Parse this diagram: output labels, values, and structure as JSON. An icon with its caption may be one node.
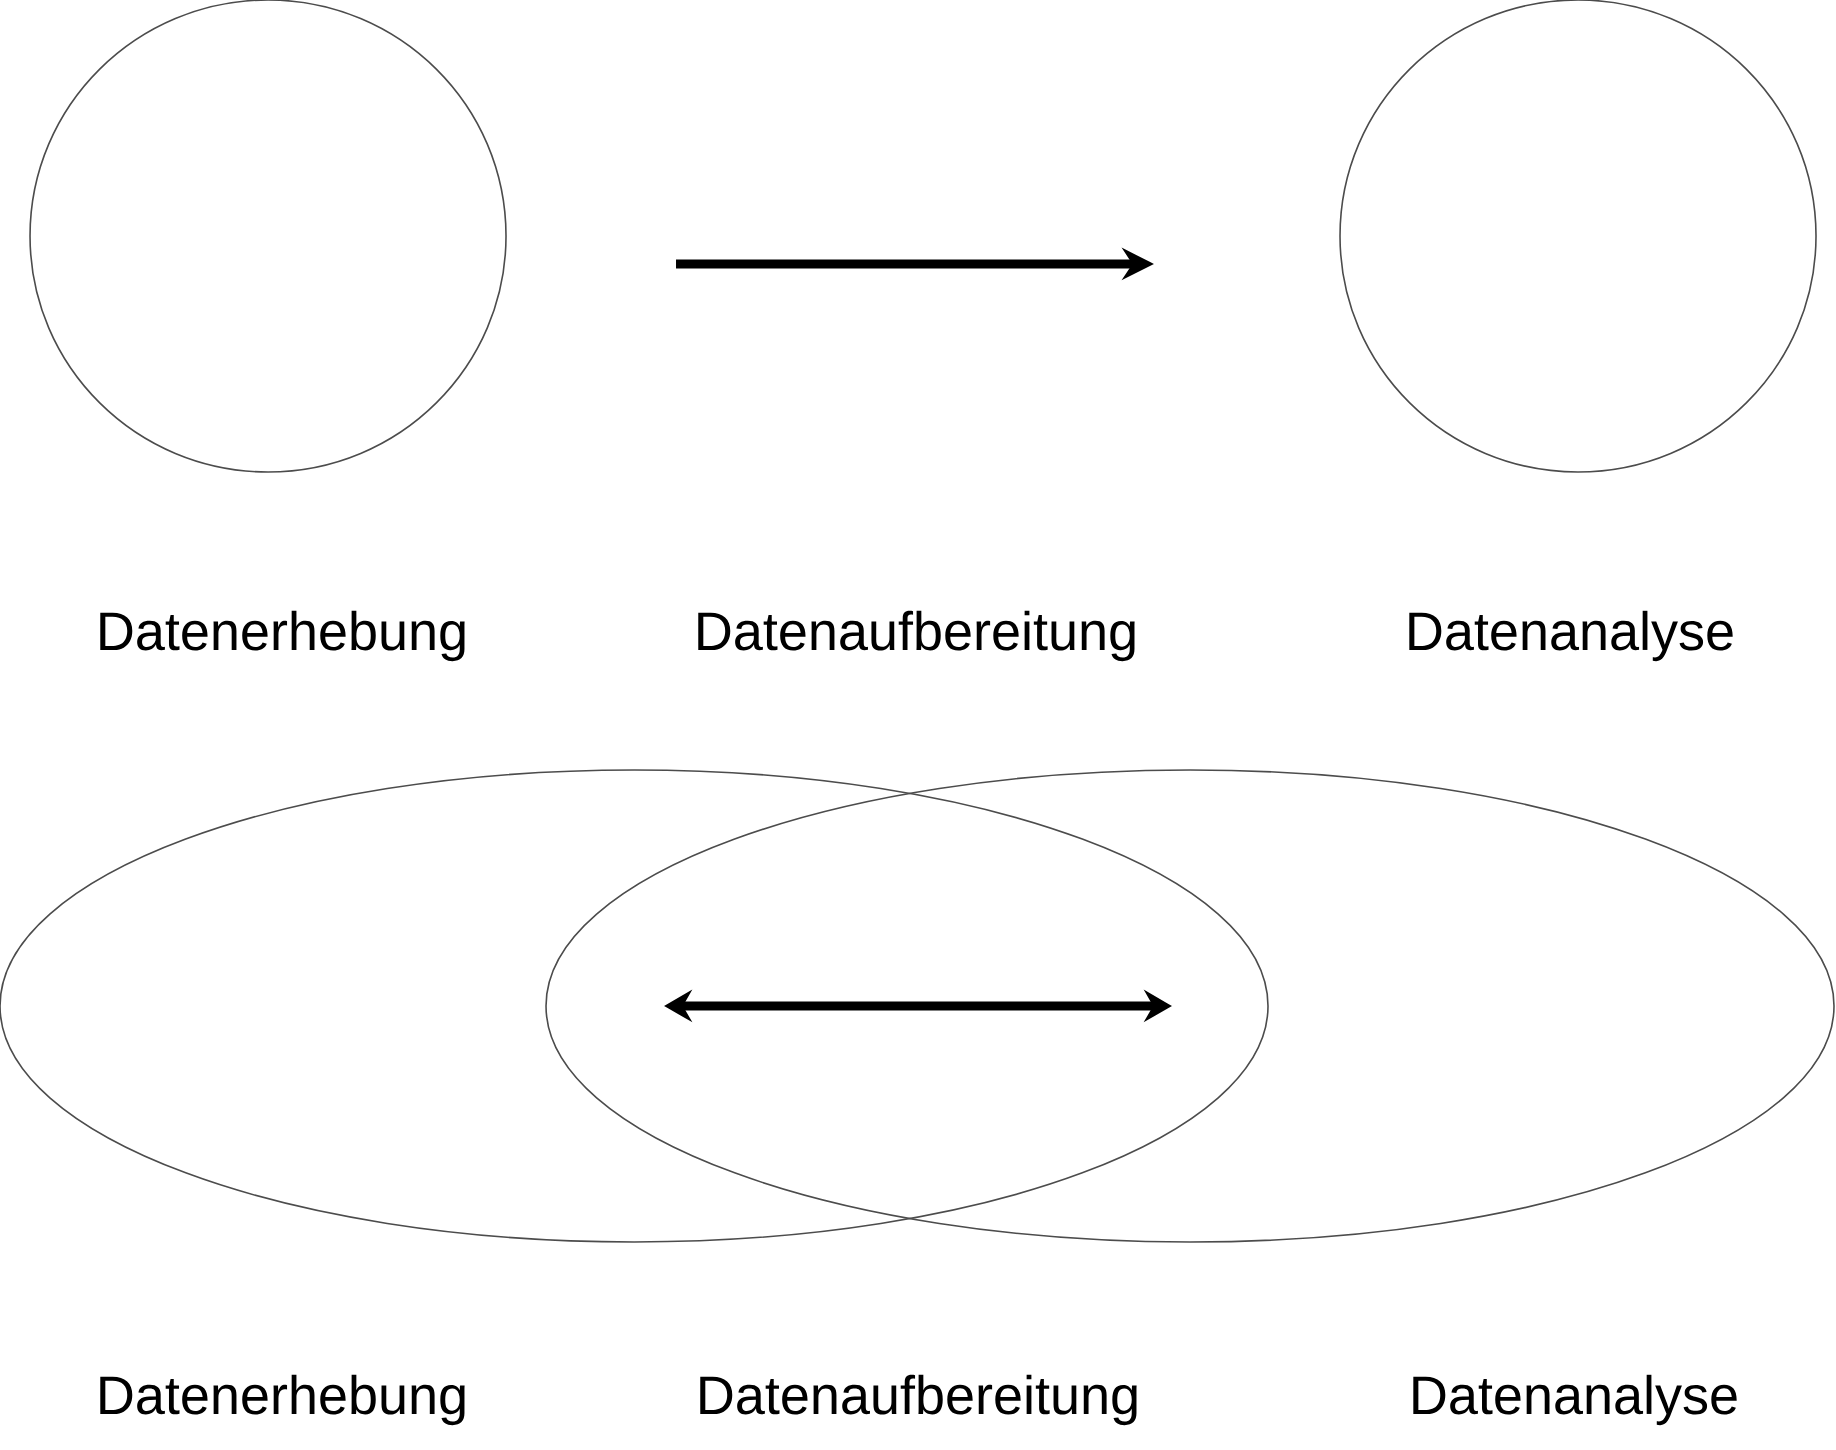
{
  "diagram": {
    "nodes": [
      {
        "text": [
          "Datenerhebung"
        ]
      },
      {
        "text": [
          "Datenanalyse"
        ]
      },
      {
        "text": [
          "Datenerhebung"
        ]
      },
      {
        "text": [
          "Datenanalyse"
        ]
      }
    ],
    "labels": [
      "Datenaufbereitung",
      "Datenaufbereitung"
    ]
  }
}
